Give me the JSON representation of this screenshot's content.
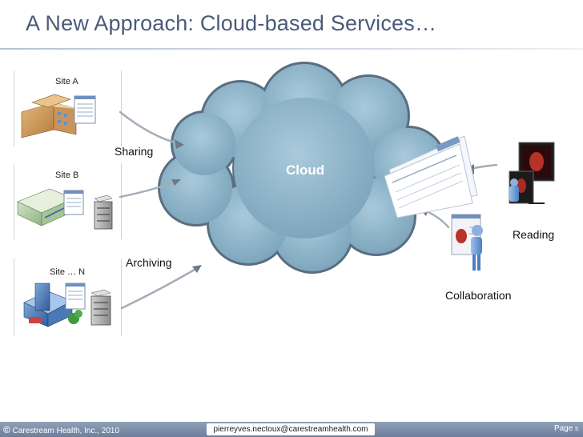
{
  "title": "A New Approach: Cloud-based Services…",
  "sites": [
    {
      "label": "Site A"
    },
    {
      "label": "Site B"
    },
    {
      "label": "Site … N"
    }
  ],
  "labels": {
    "sharing": "Sharing",
    "archiving": "Archiving",
    "cloud": "Cloud",
    "reading": "Reading",
    "collaboration": "Collaboration"
  },
  "footer": {
    "copyright_symbol": "©",
    "copyright": "Carestream Health, Inc., 2010",
    "email": "pierreyves.nectoux@carestreamhealth.com",
    "page_label": "Page",
    "page_number": "5"
  },
  "colors": {
    "cloud_fill": "#8fb5c9",
    "cloud_outline": "#56677a",
    "title": "#4a5a78",
    "footer_bar": "#7f8fa9"
  }
}
